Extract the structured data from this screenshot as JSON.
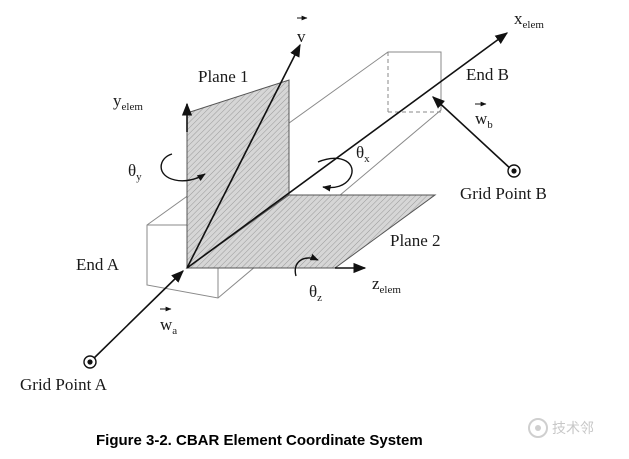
{
  "diagram": {
    "axes": {
      "v": "v",
      "x": "x",
      "x_sub": "elem",
      "y": "y",
      "y_sub": "elem",
      "z": "z",
      "z_sub": "elem"
    },
    "rotations": {
      "theta": "θ",
      "x_sub": "x",
      "y_sub": "y",
      "z_sub": "z"
    },
    "offsets": {
      "w": "w",
      "a_sub": "a",
      "b_sub": "b"
    },
    "labels": {
      "plane1": "Plane 1",
      "plane2": "Plane 2",
      "end_a": "End A",
      "end_b": "End B",
      "grid_point_a": "Grid Point A",
      "grid_point_b": "Grid Point B"
    },
    "caption": "Figure 3-2.  CBAR Element Coordinate System",
    "watermark": "技术邻"
  }
}
